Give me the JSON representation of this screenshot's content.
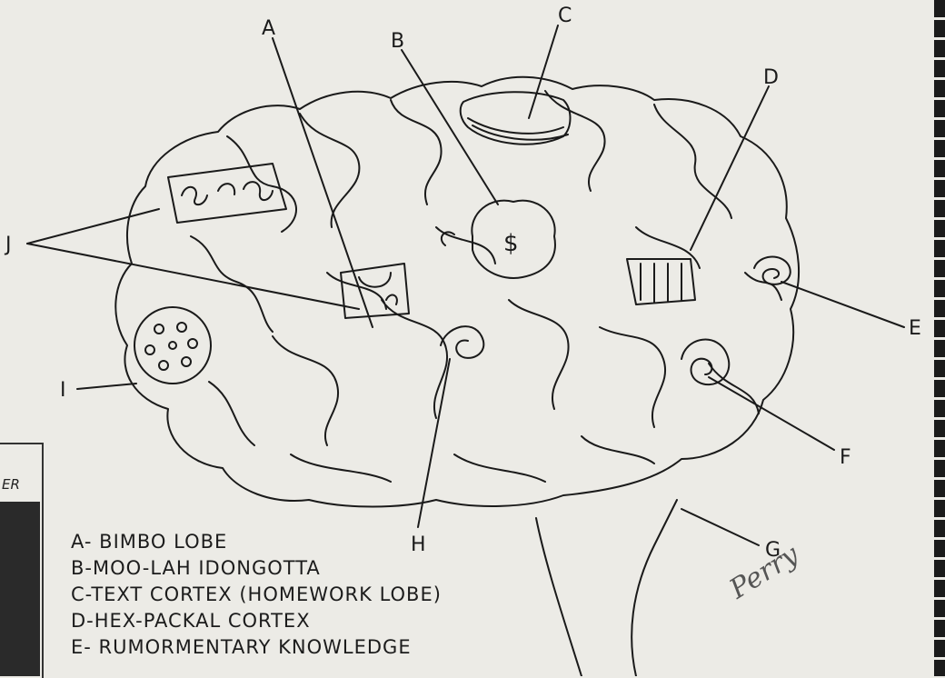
{
  "labels": {
    "A": "A",
    "B": "B",
    "C": "C",
    "D": "D",
    "E": "E",
    "F": "F",
    "G": "G",
    "H": "H",
    "I": "I",
    "J": "J"
  },
  "legend": [
    "A- BIMBO LOBE",
    "B-MOO-LAH IDONGOTTA",
    "C-TEXT CORTEX (HOMEWORK LOBE)",
    "D-HEX-PACKAL CORTEX",
    "E- RUMORMENTARY KNOWLEDGE"
  ],
  "side_panel_text": "ER",
  "signature": "Perry",
  "colors": {
    "paper": "#ecebe6",
    "ink": "#1a1a1a"
  }
}
